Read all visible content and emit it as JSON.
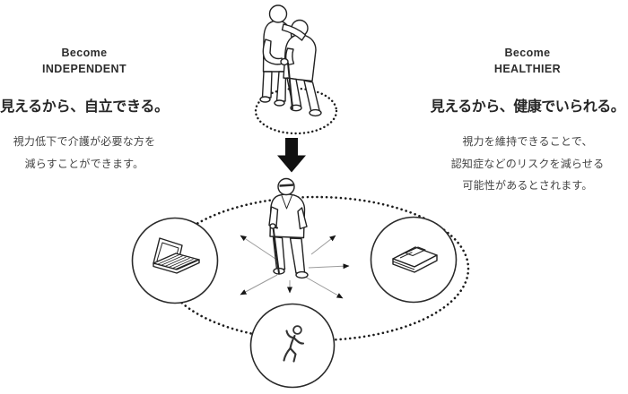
{
  "page": {
    "background_color": "#ffffff"
  },
  "left_panel": {
    "eyebrow_line1": "Become",
    "eyebrow_line2": "INDEPENDENT",
    "heading": "見えるから、自立できる。",
    "body_line1": "視力低下で介護が必要な方を",
    "body_line2": "減らすことができます。"
  },
  "right_panel": {
    "eyebrow_line1": "Become",
    "eyebrow_line2": "HEALTHIER",
    "heading": "見えるから、健康でいられる。",
    "body_line1": "視力を維持できることで、",
    "body_line2": "認知症などのリスクを減らせる",
    "body_line3": "可能性があるとされます。"
  },
  "diagram": {
    "top_figure": "caregiver-assisting-elderly-person",
    "transition": "solid-down-arrow",
    "center_figure": "elderly-person-standing-alone-with-cane",
    "orbit_nodes": [
      {
        "icon": "laptop-icon",
        "position": "left"
      },
      {
        "icon": "book-icon",
        "position": "right"
      },
      {
        "icon": "walking-person-icon",
        "position": "bottom"
      }
    ],
    "radiating_arrows": 6,
    "colors": {
      "line_art": "#222222",
      "dotted_ellipse": "#1c1c1c",
      "arrow_shaft": "#9b9b9b",
      "arrow_head": "#151515",
      "solid_arrow": "#111111",
      "heading_text": "#262626",
      "body_text": "#444444"
    }
  }
}
